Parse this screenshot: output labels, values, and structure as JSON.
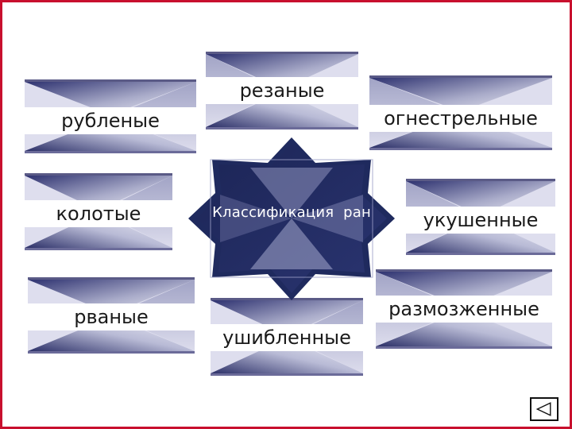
{
  "title": "Классификация  ран",
  "wound_types": [
    "резаные",
    "рубленые",
    "огнестрельные",
    "колотые",
    "укушенные",
    "рваные",
    "размозженные",
    "ушибленные"
  ],
  "colors": {
    "frame": "#c8102e",
    "star_fill": "#1f2a5e",
    "tile_dark": "#3b3f7a",
    "tile_light": "#eeeef6"
  },
  "nav": {
    "icon": "triangle-left-icon"
  }
}
